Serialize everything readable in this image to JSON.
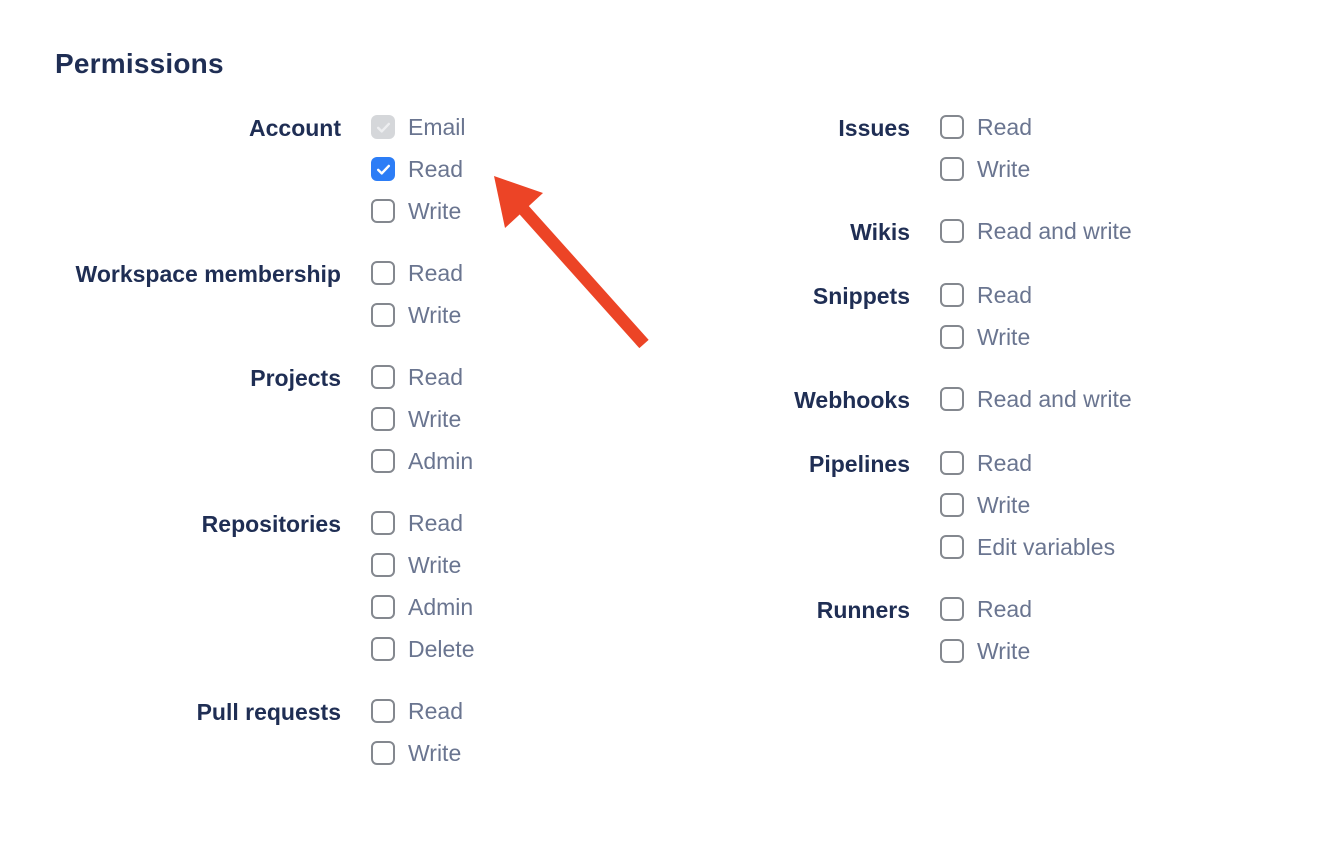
{
  "page": {
    "title": "Permissions"
  },
  "colors": {
    "heading": "#1f2e54",
    "group_label": "#1f2e54",
    "option_label": "#6a7590",
    "checkbox_checked_bg": "#2c7df6",
    "checkbox_disabled_bg": "#d5d7da",
    "checkbox_border": "#84888f",
    "arrow": "#ec4426"
  },
  "columns": [
    {
      "groups": [
        {
          "label": "Account",
          "options": [
            {
              "label": "Email",
              "state": "disabled-checked"
            },
            {
              "label": "Read",
              "state": "checked"
            },
            {
              "label": "Write",
              "state": "unchecked"
            }
          ]
        },
        {
          "label": "Workspace membership",
          "options": [
            {
              "label": "Read",
              "state": "unchecked"
            },
            {
              "label": "Write",
              "state": "unchecked"
            }
          ]
        },
        {
          "label": "Projects",
          "options": [
            {
              "label": "Read",
              "state": "unchecked"
            },
            {
              "label": "Write",
              "state": "unchecked"
            },
            {
              "label": "Admin",
              "state": "unchecked"
            }
          ]
        },
        {
          "label": "Repositories",
          "options": [
            {
              "label": "Read",
              "state": "unchecked"
            },
            {
              "label": "Write",
              "state": "unchecked"
            },
            {
              "label": "Admin",
              "state": "unchecked"
            },
            {
              "label": "Delete",
              "state": "unchecked"
            }
          ]
        },
        {
          "label": "Pull requests",
          "options": [
            {
              "label": "Read",
              "state": "unchecked"
            },
            {
              "label": "Write",
              "state": "unchecked"
            }
          ]
        }
      ]
    },
    {
      "groups": [
        {
          "label": "Issues",
          "options": [
            {
              "label": "Read",
              "state": "unchecked"
            },
            {
              "label": "Write",
              "state": "unchecked"
            }
          ]
        },
        {
          "label": "Wikis",
          "options": [
            {
              "label": "Read and write",
              "state": "unchecked"
            }
          ]
        },
        {
          "label": "Snippets",
          "options": [
            {
              "label": "Read",
              "state": "unchecked"
            },
            {
              "label": "Write",
              "state": "unchecked"
            }
          ]
        },
        {
          "label": "Webhooks",
          "options": [
            {
              "label": "Read and write",
              "state": "unchecked"
            }
          ]
        },
        {
          "label": "Pipelines",
          "options": [
            {
              "label": "Read",
              "state": "unchecked"
            },
            {
              "label": "Write",
              "state": "unchecked"
            },
            {
              "label": "Edit variables",
              "state": "unchecked"
            }
          ]
        },
        {
          "label": "Runners",
          "options": [
            {
              "label": "Read",
              "state": "unchecked"
            },
            {
              "label": "Write",
              "state": "unchecked"
            }
          ]
        }
      ]
    }
  ],
  "annotation": {
    "type": "red-arrow",
    "points_to": "account-read-checkbox"
  }
}
